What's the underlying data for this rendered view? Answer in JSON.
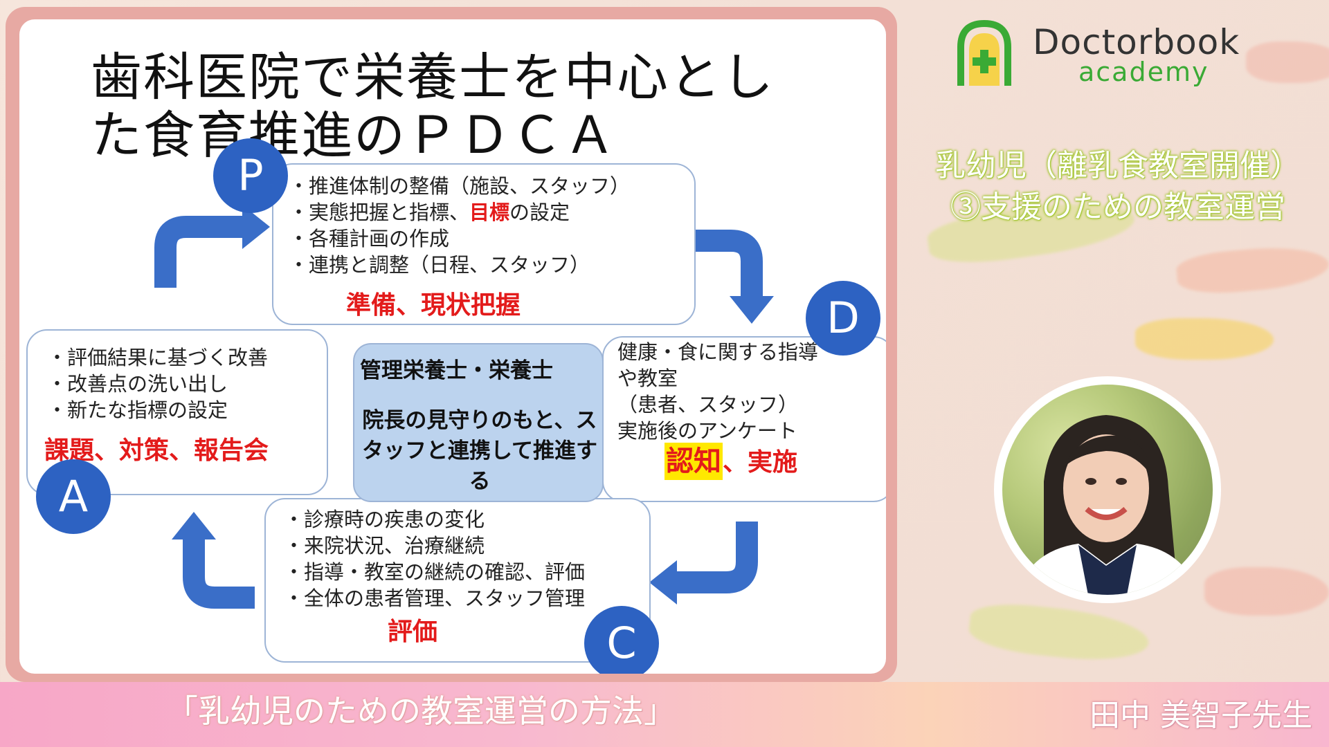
{
  "slide": {
    "title": "歯科医院で栄養士を中心とした食育推進のＰＤＣＡ",
    "title_line1": "歯科医院で栄養士を中心とし",
    "title_line2": "た食育推進のＰＤＣＡ",
    "center": {
      "role": "管理栄養士・栄養士",
      "desc": "院長の見守りのもと、スタッフと連携して推進する"
    },
    "plan": {
      "letter": "P",
      "items": [
        "・推進体制の整備（施設、スタッフ）",
        "・各種計画の作成",
        "・連携と調整（日程、スタッフ）"
      ],
      "item2_pre": "・実態把握と指標、",
      "item2_red": "目標",
      "item2_post": "の設定",
      "key": "準備、現状把握"
    },
    "do": {
      "letter": "D",
      "items": [
        "健康・食に関する指導",
        "や教室",
        "（患者、スタッフ）",
        "実施後のアンケート"
      ],
      "key_highlight": "認知",
      "key_rest": "、実施"
    },
    "check": {
      "letter": "C",
      "items": [
        "・診療時の疾患の変化",
        "・来院状況、治療継続",
        "・指導・教室の継続の確認、評価",
        "・全体の患者管理、スタッフ管理"
      ],
      "key": "評価"
    },
    "act": {
      "letter": "A",
      "items": [
        "・評価結果に基づく改善",
        "・改善点の洗い出し",
        "・新たな指標の設定"
      ],
      "key": "課題、対策、報告会"
    }
  },
  "brand": {
    "name": "Doctorbook",
    "sub": "academy"
  },
  "topic": {
    "line1": "乳幼児（離乳食教室開催）",
    "line2": "③支援のための教室運営"
  },
  "footer": {
    "title": "「乳幼児のための教室運営の方法」",
    "presenter": "田中 美智子先生"
  },
  "colors": {
    "accent_blue": "#2d62c2",
    "key_red": "#e31b1b",
    "highlight_yellow": "#ffe800",
    "brand_green": "#3aaa35"
  }
}
